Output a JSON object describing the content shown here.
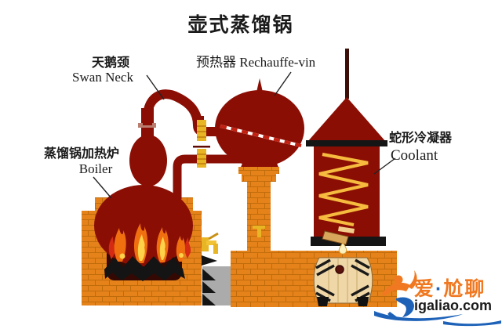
{
  "title": "壶式蒸馏锅",
  "labels": {
    "swan_neck_zh": "天鹅颈",
    "swan_neck_en": "Swan Neck",
    "preheater": "预热器 Rechauffe-vin",
    "boiler_zh": "蒸馏锅加热炉",
    "boiler_en": "Boiler",
    "coolant_zh": "蛇形冷凝器",
    "coolant_en": "Coolant"
  },
  "watermark": {
    "brand_zh_1": "爱",
    "brand_dot": "·",
    "brand_zh_2": "尬聊",
    "site": "igaliao.com"
  },
  "colors": {
    "vessel_red": "#8B0E04",
    "opening_dark": "#350903",
    "brick_orange": "#E5821A",
    "mortar": "#C06C0C",
    "coil_gold": "#F5BA3E",
    "flame_orange": "#F07010",
    "flame_yellow": "#FFD24A",
    "flame_red": "#D42B12",
    "logs_black": "#141414",
    "steps_gray": "#ABABAB",
    "barrel_tan": "#F0D7A8",
    "valve_yellow": "#E8B525",
    "watermark_orange": "#F07820",
    "watermark_blue": "#1E62B8"
  },
  "components": [
    "furnace",
    "fire",
    "logs",
    "boiler-pot",
    "swan-neck-pipe",
    "wash-pipe",
    "preheater-vessel",
    "brick-column",
    "condenser-cone",
    "condenser-body",
    "coolant-coil",
    "spout",
    "droplet",
    "spirit-barrel",
    "steps",
    "brick-base-wall"
  ]
}
